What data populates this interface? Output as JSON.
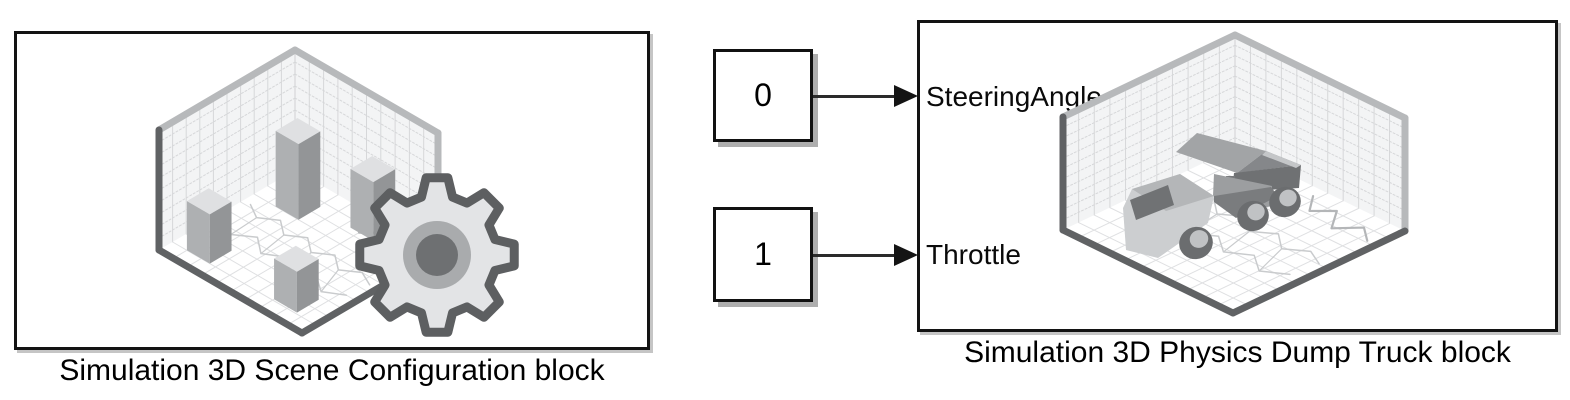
{
  "scene_block": {
    "caption": "Simulation 3D Scene Configuration block"
  },
  "truck_block": {
    "caption": "Simulation 3D Physics Dump Truck block",
    "ports": [
      {
        "label": "SteeringAngle"
      },
      {
        "label": "Throttle"
      }
    ]
  },
  "constants": [
    {
      "value": "0"
    },
    {
      "value": "1"
    }
  ],
  "colors": {
    "canvas_bg": "#ffffff",
    "block_border": "#131313",
    "wire": "#1c1c1c",
    "caption_text": "#000000"
  },
  "icon_palette": {
    "wall": "#f3f4f5",
    "grid": "#d6d7d9",
    "floor_grid": "#dfe0e2",
    "terrain": "#c9cbcd",
    "terrain_bold": "#b4b6b8",
    "light_edge": "#b7b9bb",
    "dark_edge": "#606264",
    "bar_top": "#dfe0e2",
    "bar_left": "#aeb0b2",
    "bar_right": "#939597",
    "gear_outline": "#5d5f61",
    "gear_fill": "#e3e4e6",
    "gear_ring": "#a9abad",
    "gear_hub": "#6e7072",
    "truck_light": "#ccced0",
    "truck_mid": "#b4b6b8",
    "truck_body": "#9c9ea0",
    "truck_dark": "#6f7173",
    "truck_shadow": "#7a7c7e",
    "wheel": "#6b6d6f",
    "wheel_hub": "#c0c2c4"
  }
}
